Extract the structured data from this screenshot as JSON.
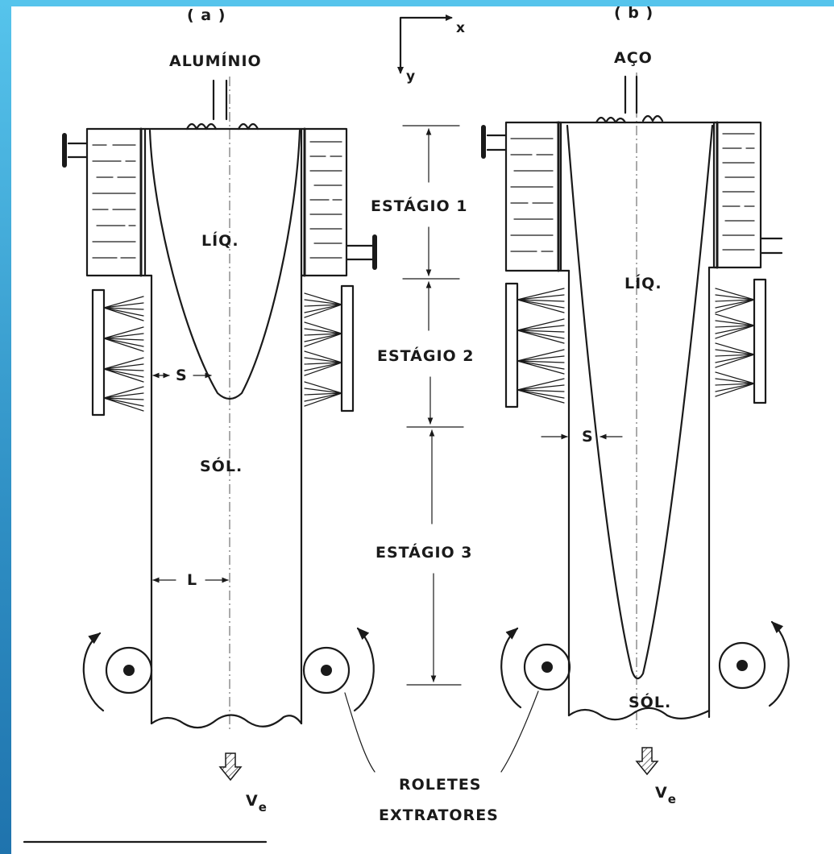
{
  "panels": {
    "a": {
      "tag": "( a )",
      "material": "ALUMÍNIO"
    },
    "b": {
      "tag": "( b )",
      "material": "AÇO"
    }
  },
  "axes": {
    "x": "x",
    "y": "y"
  },
  "regions": {
    "liquid": "LÍQ.",
    "solid": "SÓL."
  },
  "dimensions": {
    "shell_thickness": "S",
    "half_width": "L"
  },
  "stages": [
    "ESTÁGIO 1",
    "ESTÁGIO 2",
    "ESTÁGIO 3"
  ],
  "rollers_label": [
    "ROLETES",
    "EXTRATORES"
  ],
  "withdrawal_velocity": {
    "symbol": "V",
    "subscript": "e"
  }
}
